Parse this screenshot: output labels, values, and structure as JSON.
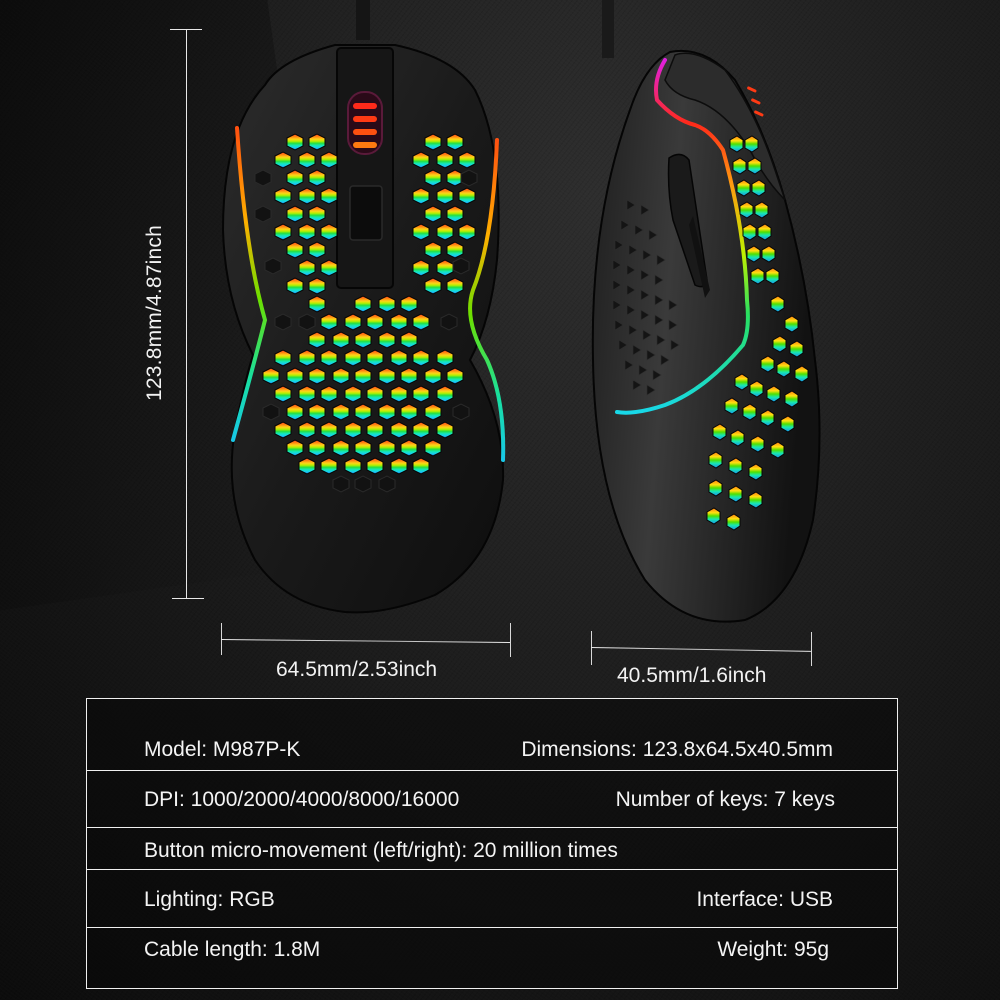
{
  "product": {
    "views": [
      {
        "name": "top-view",
        "description": "Top view of honeycomb RGB gaming mouse"
      },
      {
        "name": "side-view",
        "description": "Side view of honeycomb RGB gaming mouse"
      }
    ]
  },
  "dimensions": {
    "length_label": "123.8mm/4.87inch",
    "width_label": "64.5mm/2.53inch",
    "height_label": "40.5mm/1.6inch"
  },
  "specs": {
    "rows": [
      {
        "left": "Model: M987P-K",
        "right": "Dimensions: 123.8x64.5x40.5mm"
      },
      {
        "left": "DPI: 1000/2000/4000/8000/16000",
        "right": "Number of keys: 7 keys"
      },
      {
        "left": "Button micro-movement (left/right): 20 million times",
        "right": ""
      },
      {
        "left": "Lighting: RGB",
        "right": "Interface: USB"
      },
      {
        "left": "Cable length: 1.8M",
        "right": "Weight: 95g"
      }
    ]
  },
  "colors": {
    "background": "#1a1a1a",
    "line": "#f0f0f0",
    "text": "#f4f4f4",
    "rgb_top": "#ff5a1a",
    "rgb_mid": "#38e000",
    "rgb_bottom": "#1aa8ff"
  }
}
